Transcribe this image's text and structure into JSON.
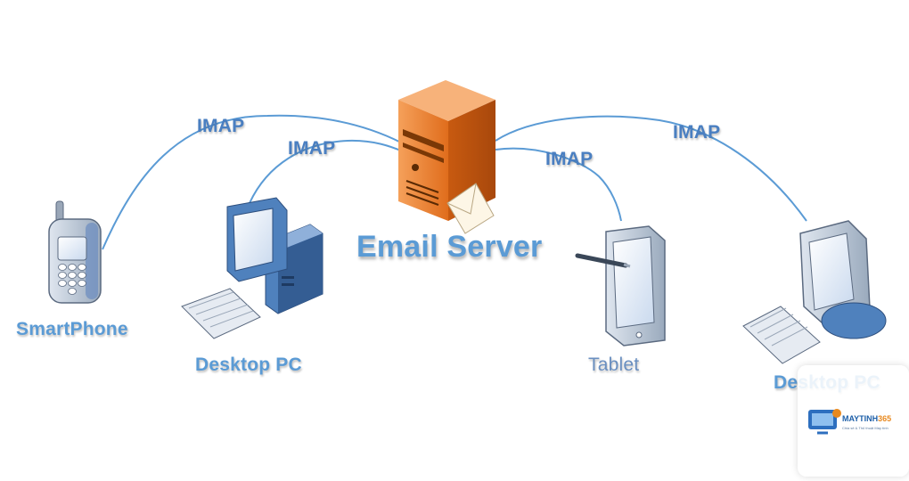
{
  "connections": [
    {
      "label": "IMAP"
    },
    {
      "label": "IMAP"
    },
    {
      "label": "IMAP"
    },
    {
      "label": "IMAP"
    }
  ],
  "nodes": {
    "server": "Email Server",
    "smartphone": "SmartPhone",
    "desktop_left": "Desktop PC",
    "tablet": "Tablet",
    "desktop_right": "Desktop PC"
  },
  "watermark": {
    "brand": "MAYTINH",
    "brand_accent": "365",
    "tagline": "Chia sẻ & Thủ thuật Máy tính"
  },
  "colors": {
    "line": "#5b9bd5",
    "label": "#5b9bd5",
    "server_orange": "#ed7d31",
    "device_blue": "#4f81bd"
  }
}
